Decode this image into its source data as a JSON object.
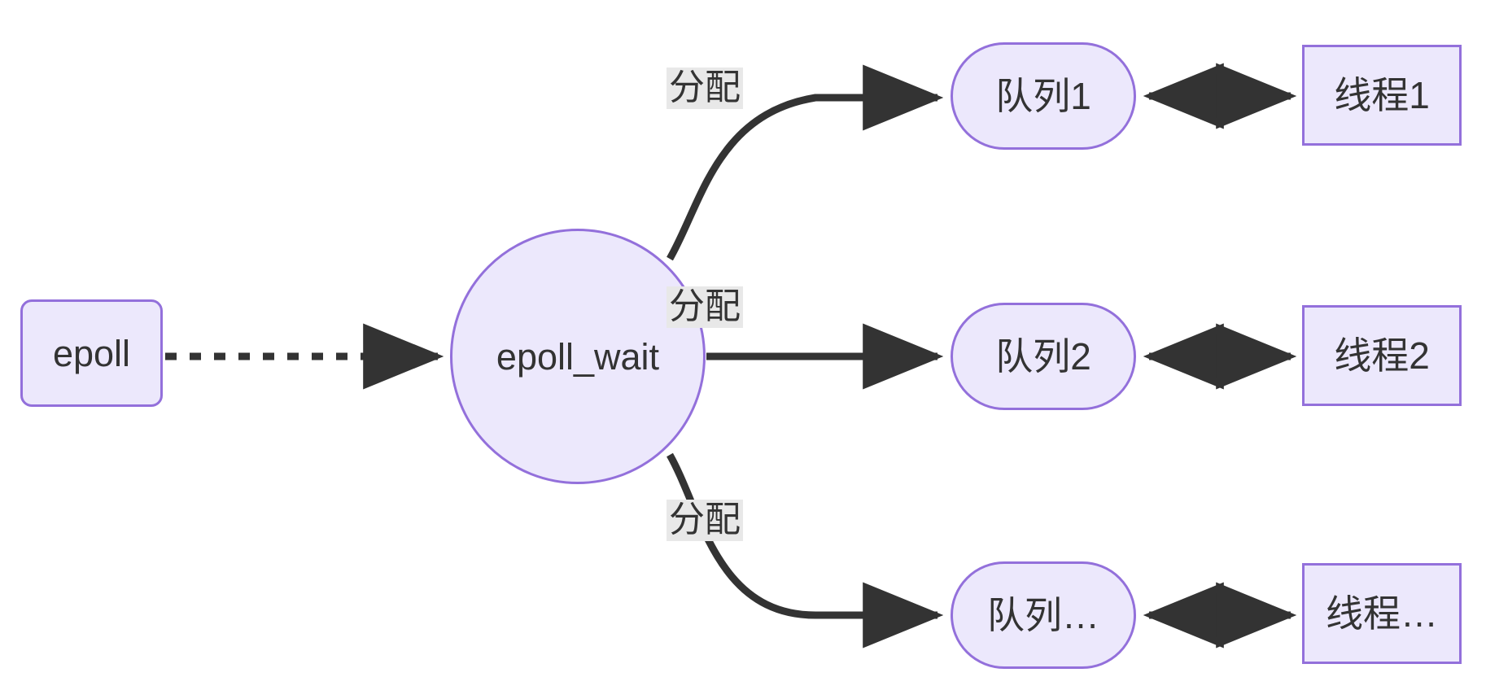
{
  "diagram": {
    "type": "flowchart",
    "direction": "left-to-right",
    "theme": {
      "node_fill": "#ece8fc",
      "node_border": "#9370db",
      "node_text": "#333333",
      "edge_stroke": "#333333",
      "edge_label_background": "#e8e8e8",
      "canvas_background": "#ffffff"
    },
    "nodes": [
      {
        "id": "epoll",
        "label": "epoll",
        "shape": "rounded-rectangle"
      },
      {
        "id": "epoll_wait",
        "label": "epoll_wait",
        "shape": "circle"
      },
      {
        "id": "queue1",
        "label": "队列1",
        "shape": "stadium"
      },
      {
        "id": "queue2",
        "label": "队列2",
        "shape": "stadium"
      },
      {
        "id": "queue3",
        "label": "队列…",
        "shape": "stadium"
      },
      {
        "id": "thread1",
        "label": "线程1",
        "shape": "rectangle"
      },
      {
        "id": "thread2",
        "label": "线程2",
        "shape": "rectangle"
      },
      {
        "id": "thread3",
        "label": "线程…",
        "shape": "rectangle"
      }
    ],
    "edges": [
      {
        "from": "epoll",
        "to": "epoll_wait",
        "label": "",
        "style": "dotted",
        "arrow": "single"
      },
      {
        "from": "epoll_wait",
        "to": "queue1",
        "label": "分配",
        "style": "solid",
        "arrow": "single"
      },
      {
        "from": "epoll_wait",
        "to": "queue2",
        "label": "分配",
        "style": "solid",
        "arrow": "single"
      },
      {
        "from": "epoll_wait",
        "to": "queue3",
        "label": "分配",
        "style": "solid",
        "arrow": "single"
      },
      {
        "from": "queue1",
        "to": "thread1",
        "label": "",
        "style": "solid",
        "arrow": "double"
      },
      {
        "from": "queue2",
        "to": "thread2",
        "label": "",
        "style": "solid",
        "arrow": "double"
      },
      {
        "from": "queue3",
        "to": "thread3",
        "label": "",
        "style": "solid",
        "arrow": "double"
      }
    ],
    "edge_labels": {
      "assign_1": "分配",
      "assign_2": "分配",
      "assign_3": "分配"
    }
  }
}
